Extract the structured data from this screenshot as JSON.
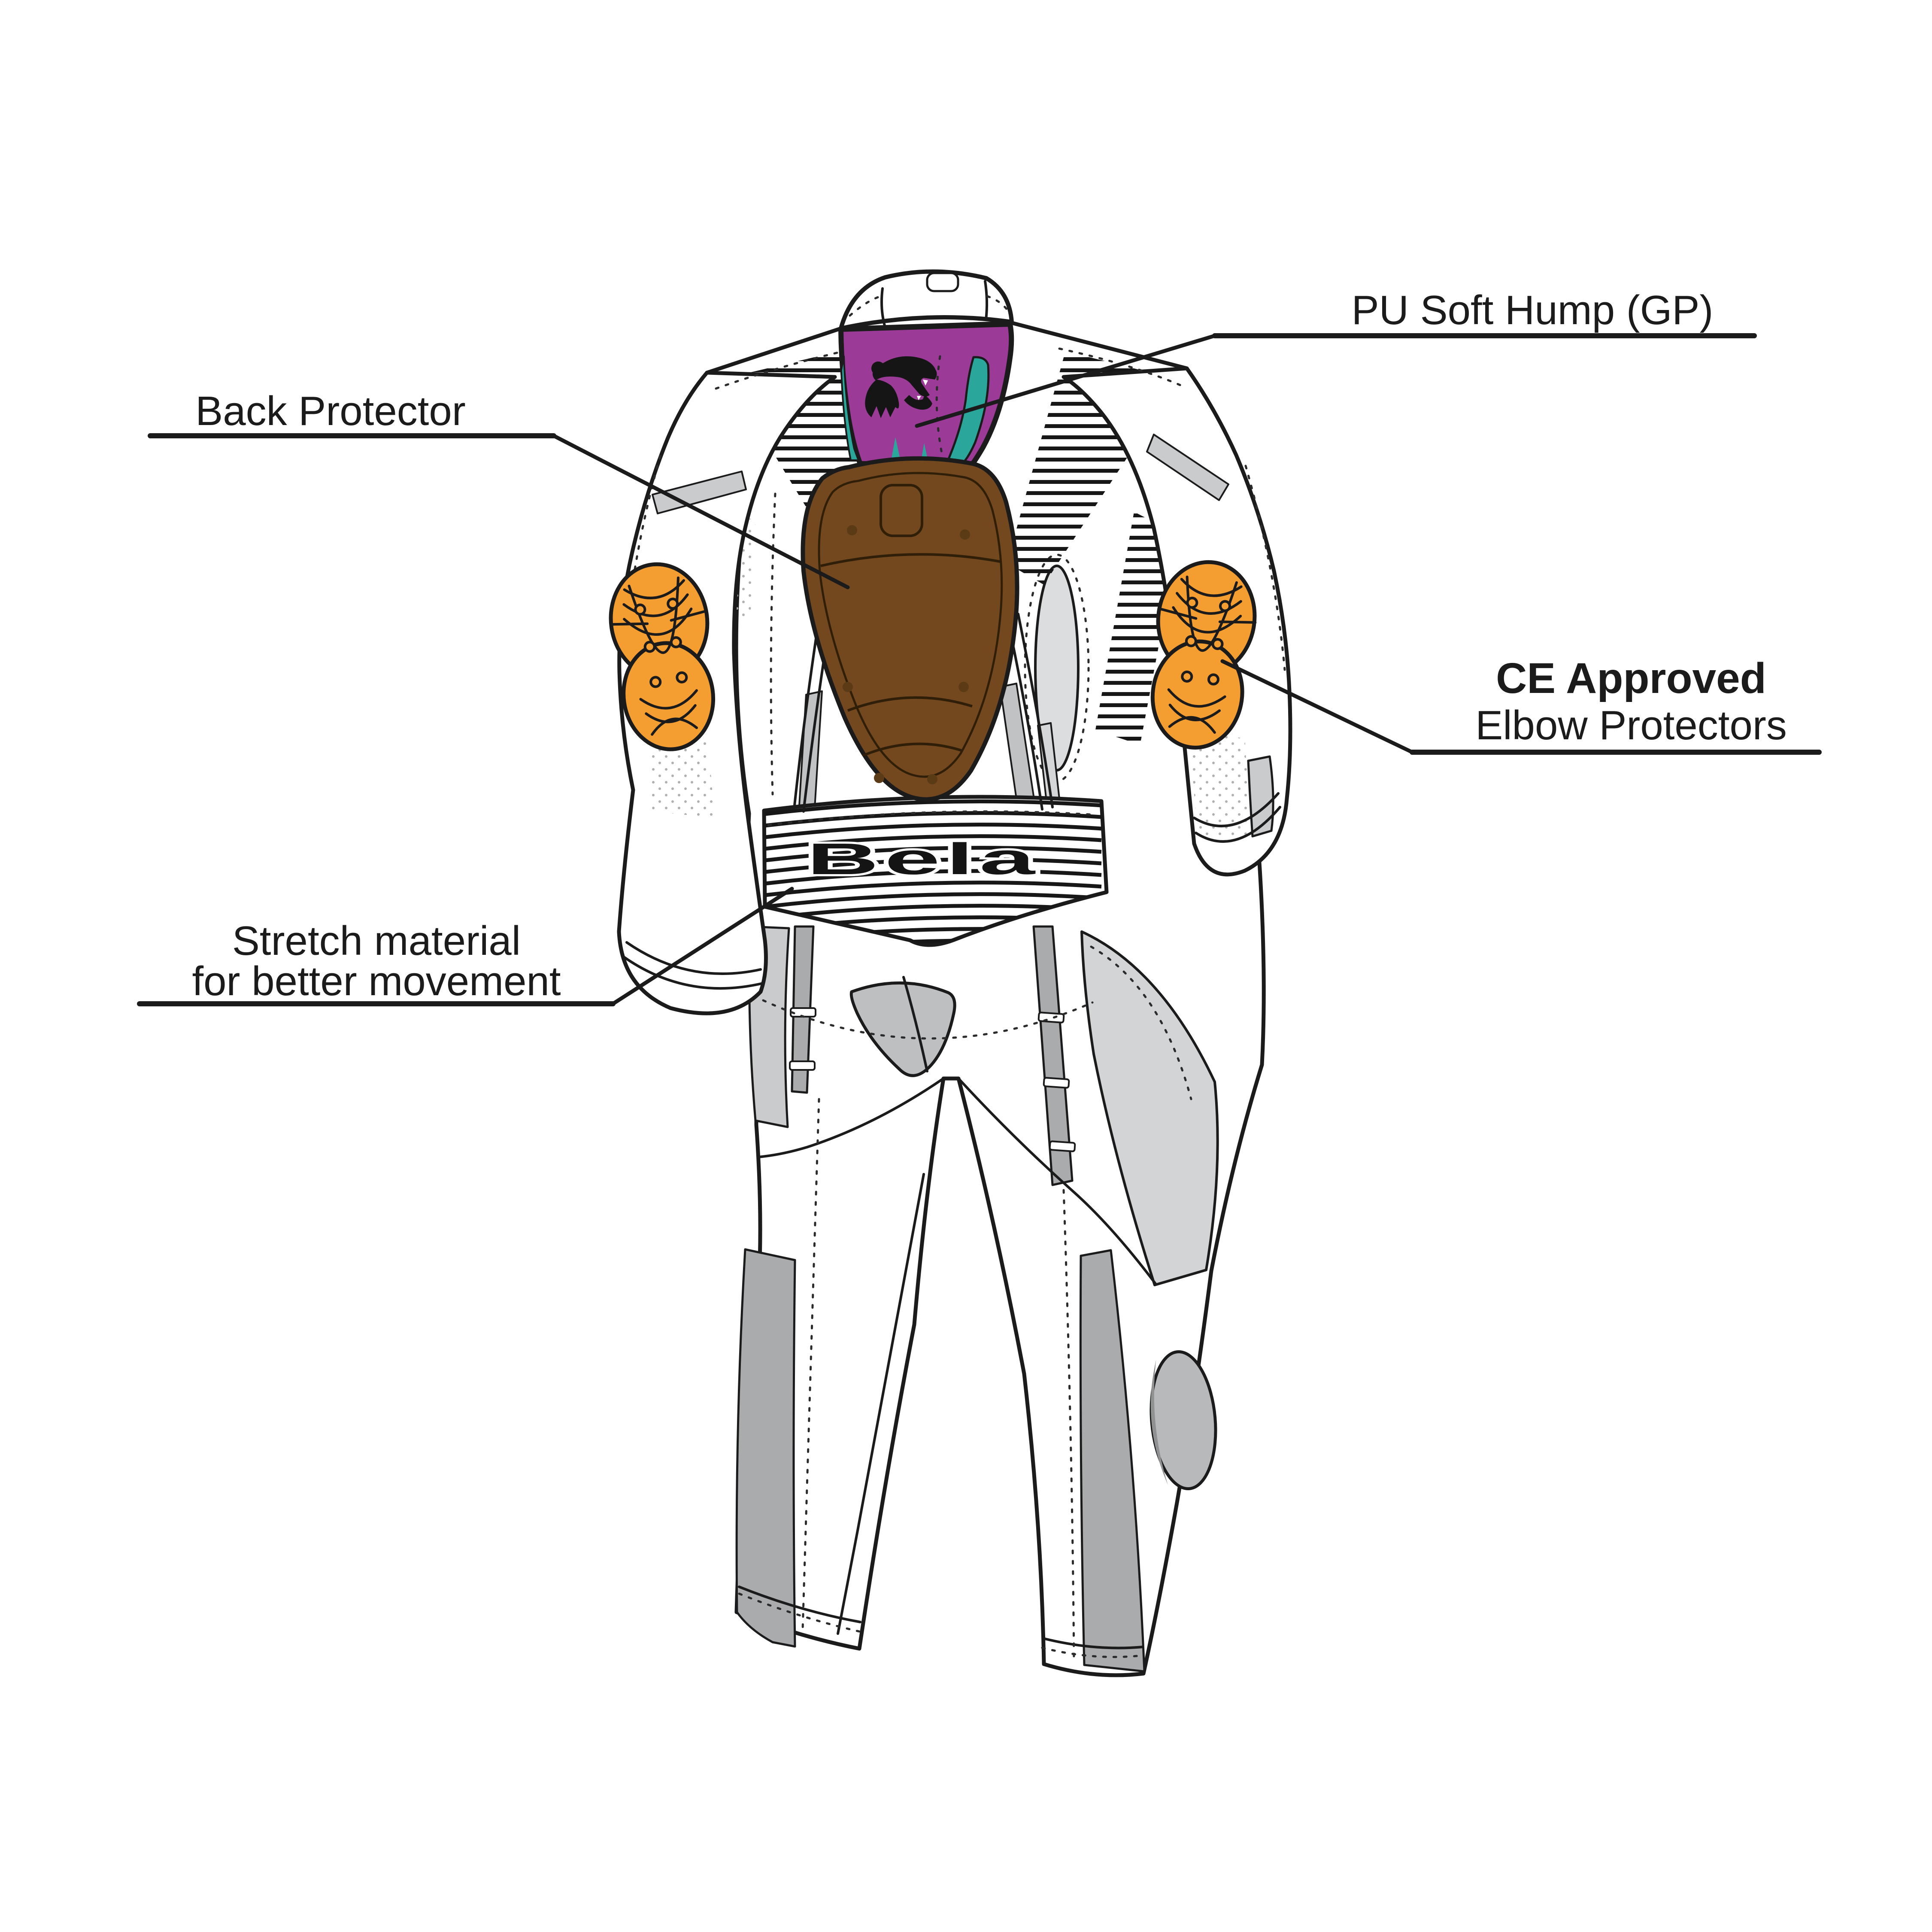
{
  "callouts": {
    "pu_hump": {
      "label": "PU Soft Hump (GP)"
    },
    "back_protector": {
      "label": "Back Protector"
    },
    "elbow": {
      "line1": "CE Approved",
      "line2": "Elbow Protectors"
    },
    "stretch": {
      "line1": "Stretch material",
      "line2": "for better movement"
    }
  },
  "brand": {
    "logo_text": "Bela"
  },
  "colors": {
    "suit_white": "#ffffff",
    "hump_purple": "#9B3A97",
    "accent_teal": "#2AA79A",
    "back_protector_brown": "#74481F",
    "elbow_pad_orange": "#F49D30",
    "panel_gray": "#C9CBCD",
    "panel_gray_dark": "#A9ABAD",
    "panel_gray_light": "#D8D9DB",
    "outline_black": "#1b1b1b"
  }
}
